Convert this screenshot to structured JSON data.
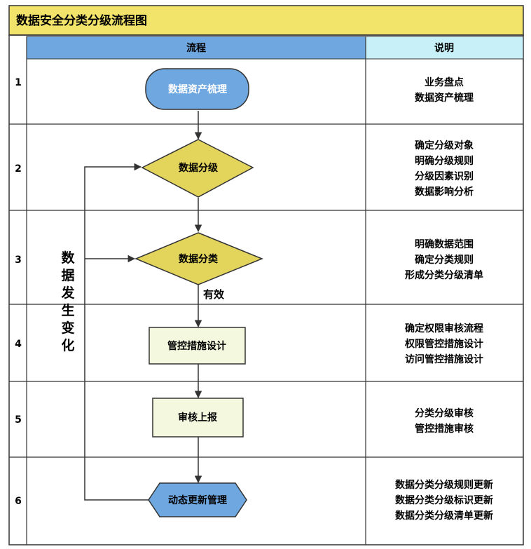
{
  "title": "数据安全分类分级流程图",
  "header": {
    "flow": "流程",
    "desc": "说明"
  },
  "rows": [
    {
      "num": "1",
      "desc": [
        "业务盘点",
        "数据资产梳理"
      ]
    },
    {
      "num": "2",
      "desc": [
        "确定分级对象",
        "明确分级规则",
        "分级因素识别",
        "数据影响分析"
      ]
    },
    {
      "num": "3",
      "desc": [
        "明确数据范围",
        "确定分类规则",
        "形成分类分级清单"
      ]
    },
    {
      "num": "4",
      "desc": [
        "确定权限审核流程",
        "权限管控措施设计",
        "访问管控措施设计"
      ]
    },
    {
      "num": "5",
      "desc": [
        "分类分级审核",
        "管控措施审核"
      ]
    },
    {
      "num": "6",
      "desc": [
        "数据分类分级规则更新",
        "数据分类分级标识更新",
        "数据分类分级清单更新"
      ]
    }
  ],
  "nodes": {
    "start": "数据资产梳理",
    "grading": "数据分级",
    "classify": "数据分类",
    "control": "管控措施设计",
    "review": "审核上报",
    "dynamic": "动态更新管理"
  },
  "edge_label": "有效",
  "side_label": [
    "数",
    "据",
    "发",
    "生",
    "变",
    "化"
  ],
  "colors": {
    "title_bg": "#F2E36B",
    "flow_header_bg": "#6FA8E0",
    "desc_header_bg": "#C8F0F8",
    "terminal_fill": "#6FA8E0",
    "decision_fill": "#E3D45C",
    "process_fill": "#F3F8DE",
    "border": "#333333"
  }
}
